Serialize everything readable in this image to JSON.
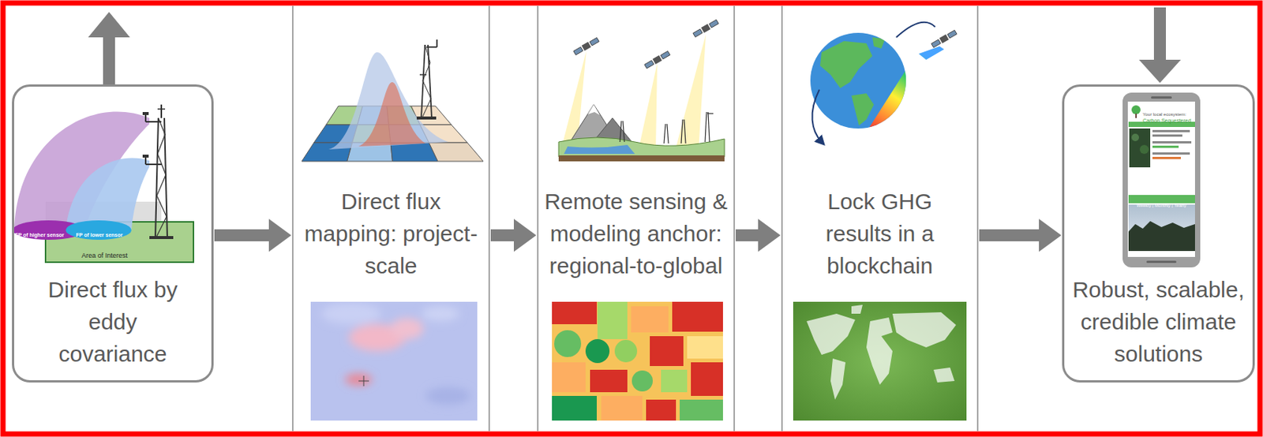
{
  "diagram": {
    "nodes": [
      {
        "text": [
          "Direct flux by eddy covariance"
        ]
      },
      {
        "text": [
          "Direct flux mapping: project-scale"
        ]
      },
      {
        "text": [
          "Remote sensing & modeling anchor: regional-to-global"
        ]
      },
      {
        "text": [
          "Lock GHG results in a blockchain"
        ]
      },
      {
        "text": [
          "Robust, scalable, credible climate solutions"
        ]
      }
    ],
    "edges": [
      {
        "from": 0,
        "to": 1,
        "arrow": "to"
      },
      {
        "from": 1,
        "to": 2,
        "arrow": "to"
      },
      {
        "from": 2,
        "to": 3,
        "arrow": "to"
      },
      {
        "from": 3,
        "to": 4,
        "arrow": "to"
      }
    ],
    "labels": [
      "FP of higher sensor",
      "FP of lower sensor",
      "Area of Interest",
      "Your local ecosystem:",
      "Carbon Sequestered",
      "Weekly | Monthly | Yearly"
    ]
  }
}
